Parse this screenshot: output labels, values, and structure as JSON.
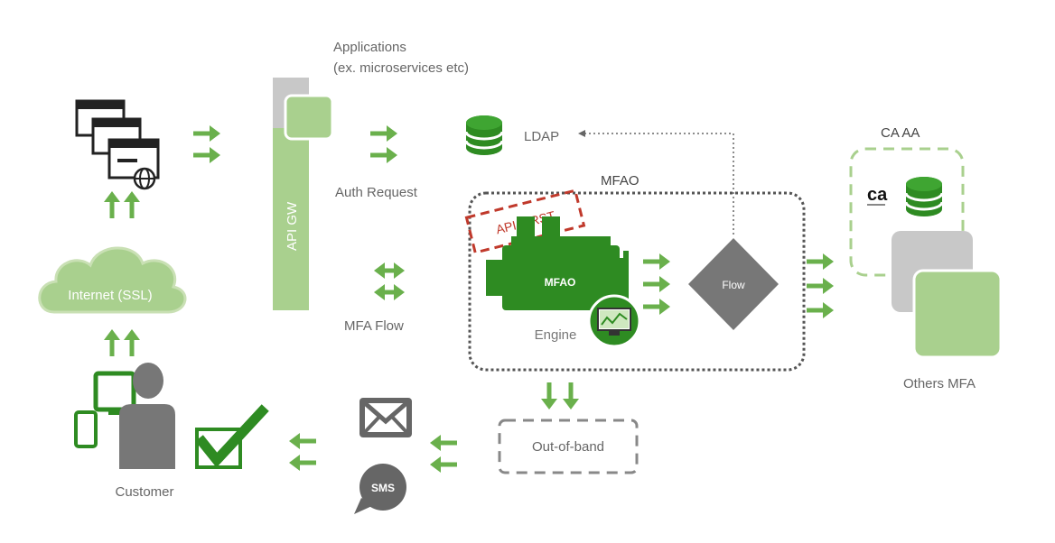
{
  "labels": {
    "applications_line1": "Applications",
    "applications_line2": "(ex. microservices etc)",
    "ldap": "LDAP",
    "ca_aa": "CA AA",
    "mfao_title": "MFAO",
    "auth_request": "Auth Request",
    "api_gw": "API GW",
    "api_first": "API FIRST",
    "engine_block": "MFAO",
    "engine": "Engine",
    "flow": "Flow",
    "internet": "Internet (SSL)",
    "mfa_flow": "MFA  Flow",
    "others_mfa": "Others MFA",
    "customer": "Customer",
    "out_of_band": "Out-of-band",
    "sms": "SMS",
    "ca_logo": "ca"
  },
  "colors": {
    "green": "#6ab04c",
    "dark_green": "#2e8b22",
    "light_green": "#a9d08e",
    "grey": "#777777",
    "light_grey": "#c8c8c8",
    "stamp_red": "#c0392b"
  }
}
